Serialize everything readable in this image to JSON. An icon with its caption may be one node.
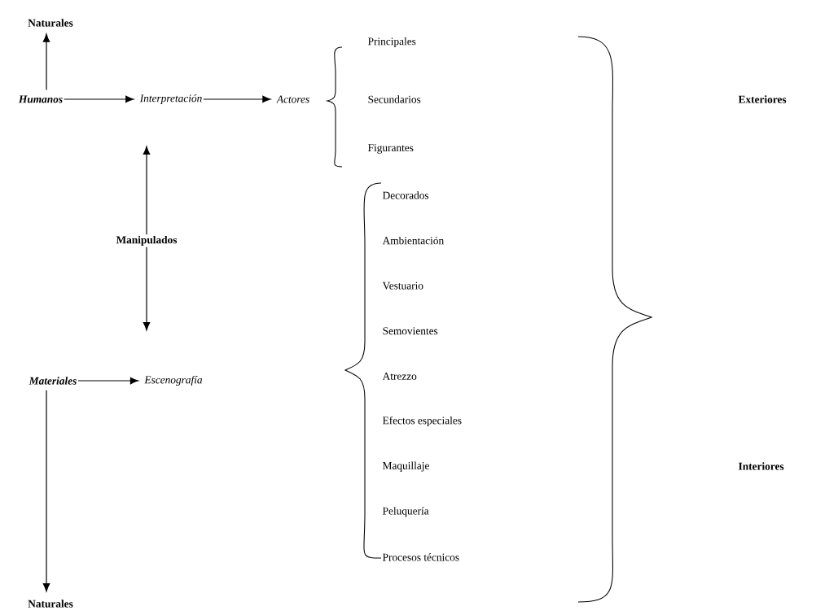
{
  "diagram": {
    "nodes": [
      {
        "text": [
          "Naturales"
        ]
      },
      {
        "text": [
          "Humanos"
        ]
      },
      {
        "text": [
          "Interpretación"
        ]
      },
      {
        "text": [
          "Actores"
        ]
      },
      {
        "text": [
          "Manipulados"
        ]
      },
      {
        "text": [
          "Materiales"
        ]
      },
      {
        "text": [
          "Escenografía"
        ]
      },
      {
        "text": [
          "Naturales"
        ]
      }
    ],
    "edges": [
      {
        "from": 1,
        "to": 0,
        "arrow": "to"
      },
      {
        "from": 1,
        "to": 2,
        "arrow": "to"
      },
      {
        "from": 2,
        "to": 3,
        "arrow": "to"
      },
      {
        "from": 4,
        "to": null,
        "arrow": "to"
      },
      {
        "from": 4,
        "to": null,
        "arrow": "to"
      },
      {
        "from": 5,
        "to": 6,
        "arrow": "to"
      },
      {
        "from": 5,
        "to": 7,
        "arrow": "to"
      }
    ],
    "labels": [
      "Principales",
      "Secundarios",
      "Exteriores",
      "Figurantes",
      "Decorados",
      "Ambientación",
      "Vestuario",
      "Semovientes",
      "Atrezzo",
      "Efectos especiales",
      "Maquillaje",
      "Interiores",
      "Peluquería",
      "Procesos técnicos"
    ]
  }
}
